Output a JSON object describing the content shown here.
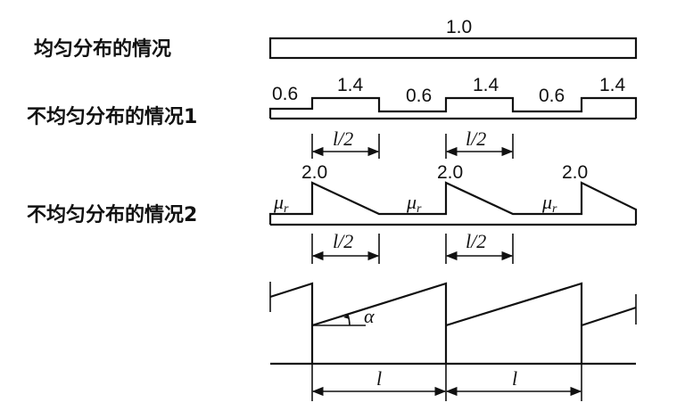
{
  "cases": {
    "uniform": {
      "label": "均匀分布的情况",
      "value": "1.0"
    },
    "nonuniform1": {
      "label": "不均匀分布的情况1",
      "values": [
        "0.6",
        "1.4",
        "0.6",
        "1.4",
        "0.6",
        "1.4"
      ],
      "dims": [
        "l/2",
        "l/2"
      ]
    },
    "nonuniform2": {
      "label": "不均匀分布的情况2",
      "peaks": [
        "2.0",
        "2.0",
        "2.0"
      ],
      "mu": [
        "μ",
        "μ",
        "μ"
      ],
      "mu_sub": [
        "r",
        "r",
        "r"
      ],
      "dims": [
        "l/2",
        "l/2"
      ]
    },
    "roof": {
      "angle": "α",
      "dims": [
        "l",
        "l"
      ]
    }
  },
  "colors": {
    "ink": "#111111",
    "background": "#ffffff"
  }
}
